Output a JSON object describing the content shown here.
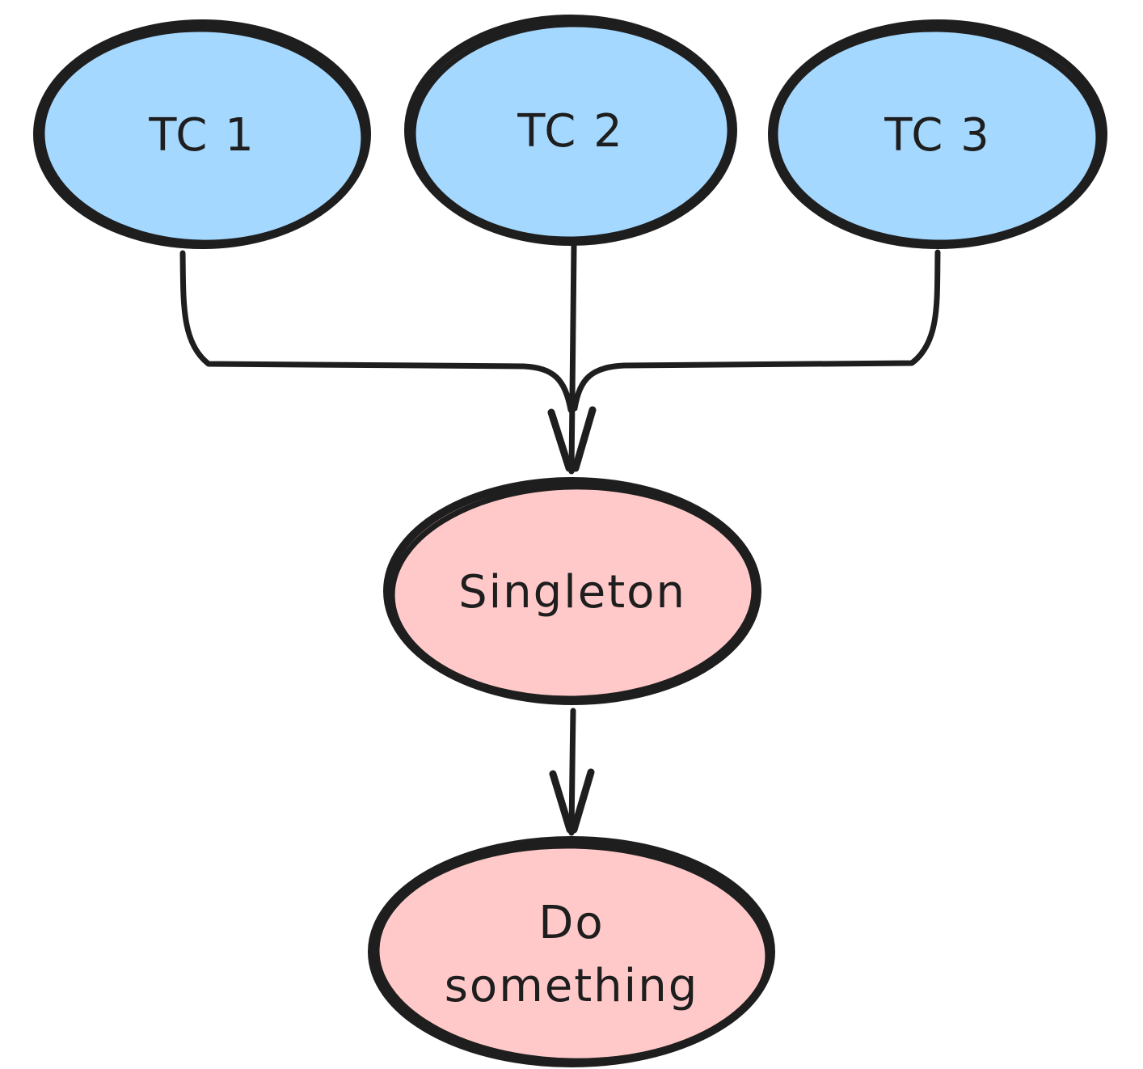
{
  "diagram": {
    "type": "flowchart",
    "style": "hand-drawn",
    "background": "#ffffff",
    "colors": {
      "node_blue_fill": "#a5d8ff",
      "node_pink_fill": "#ffc9c9",
      "ink": "#1e1e1e"
    },
    "nodes": {
      "tc1": {
        "label": "TC 1",
        "fill": "blue"
      },
      "tc2": {
        "label": "TC 2",
        "fill": "blue"
      },
      "tc3": {
        "label": "TC 3",
        "fill": "blue"
      },
      "singleton": {
        "label": "Singleton",
        "fill": "pink"
      },
      "do_something": {
        "label": "Do something",
        "line1": "Do",
        "line2": "something",
        "fill": "pink"
      }
    },
    "edges": [
      {
        "from": "tc1",
        "to": "singleton",
        "arrow": "merged-down-arrow"
      },
      {
        "from": "tc2",
        "to": "singleton",
        "arrow": "merged-down-arrow"
      },
      {
        "from": "tc3",
        "to": "singleton",
        "arrow": "merged-down-arrow"
      },
      {
        "from": "singleton",
        "to": "do_something",
        "arrow": "down-arrow"
      }
    ]
  }
}
